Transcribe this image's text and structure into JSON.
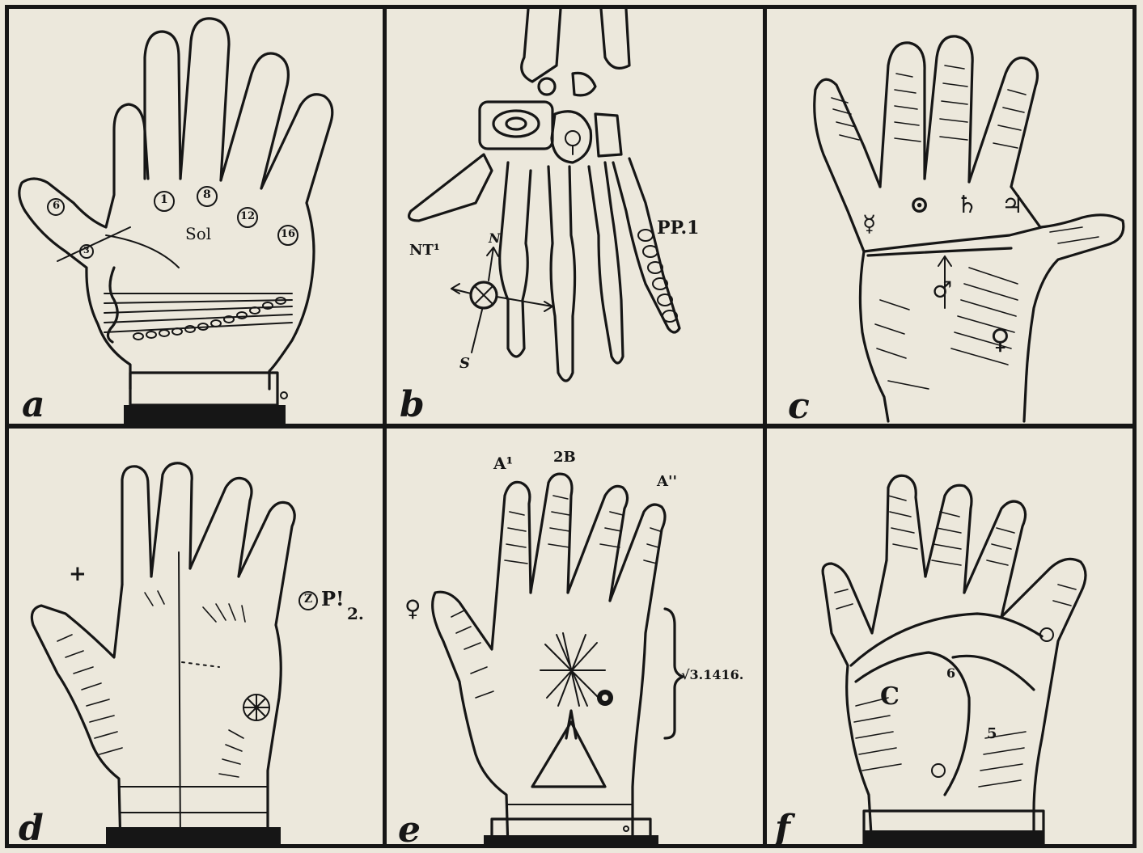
{
  "panels": {
    "a": {
      "letter": "a",
      "palm_word": "Sol",
      "circle_numbers": [
        "1",
        "8",
        "12",
        "16"
      ],
      "left_numbers": [
        "6",
        "3"
      ]
    },
    "b": {
      "letter": "b",
      "label_left": "NT¹",
      "label_right": "PP.1",
      "label_n": "N",
      "label_s": "S"
    },
    "c": {
      "letter": "c",
      "symbols": [
        "☿",
        "⊙",
        "♄",
        "♃",
        "♂",
        "♀"
      ]
    },
    "d": {
      "letter": "d",
      "cross": "+",
      "side_note": "P!",
      "side_note_sub": "2.",
      "circled_mark": "Z"
    },
    "e": {
      "letter": "e",
      "top_left": "A¹",
      "top_mid": "2B",
      "top_right": "A''",
      "left_symbol": "♀",
      "side_note": "√3.1416."
    },
    "f": {
      "letter": "f",
      "big_letter": "C",
      "small_mark_1": "6",
      "small_mark_2": "5"
    }
  }
}
